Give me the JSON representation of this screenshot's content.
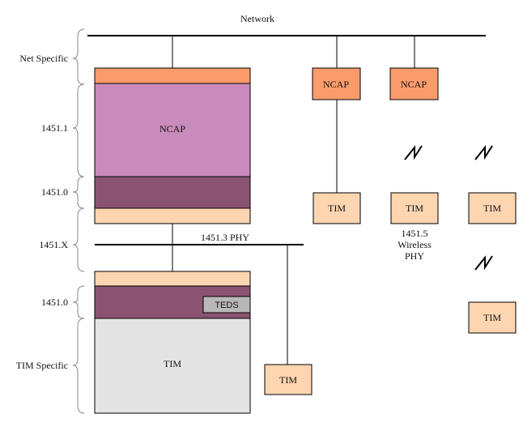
{
  "network_label": "Network",
  "layers": {
    "net_specific": "Net Specific",
    "l1451_1": "1451.1",
    "l1451_0_top": "1451.0",
    "l1451_x": "1451.X",
    "l1451_0_bottom": "1451.0",
    "tim_specific": "TIM Specific"
  },
  "left_stack": {
    "ncap_label": "NCAP",
    "tim_label": "TIM",
    "teds_label": "TEDS"
  },
  "phy_bus_label": "1451.3 PHY",
  "bus_tim_label": "TIM",
  "ncap_nodes": [
    {
      "label": "NCAP",
      "tim_label": "TIM"
    },
    {
      "label": "NCAP",
      "tim_label": "TIM"
    }
  ],
  "wireless": {
    "label_line1": "1451.5",
    "label_line2": "Wireless",
    "label_line3": "PHY"
  },
  "standalone_tims": [
    {
      "label": "TIM"
    },
    {
      "label": "TIM"
    }
  ]
}
